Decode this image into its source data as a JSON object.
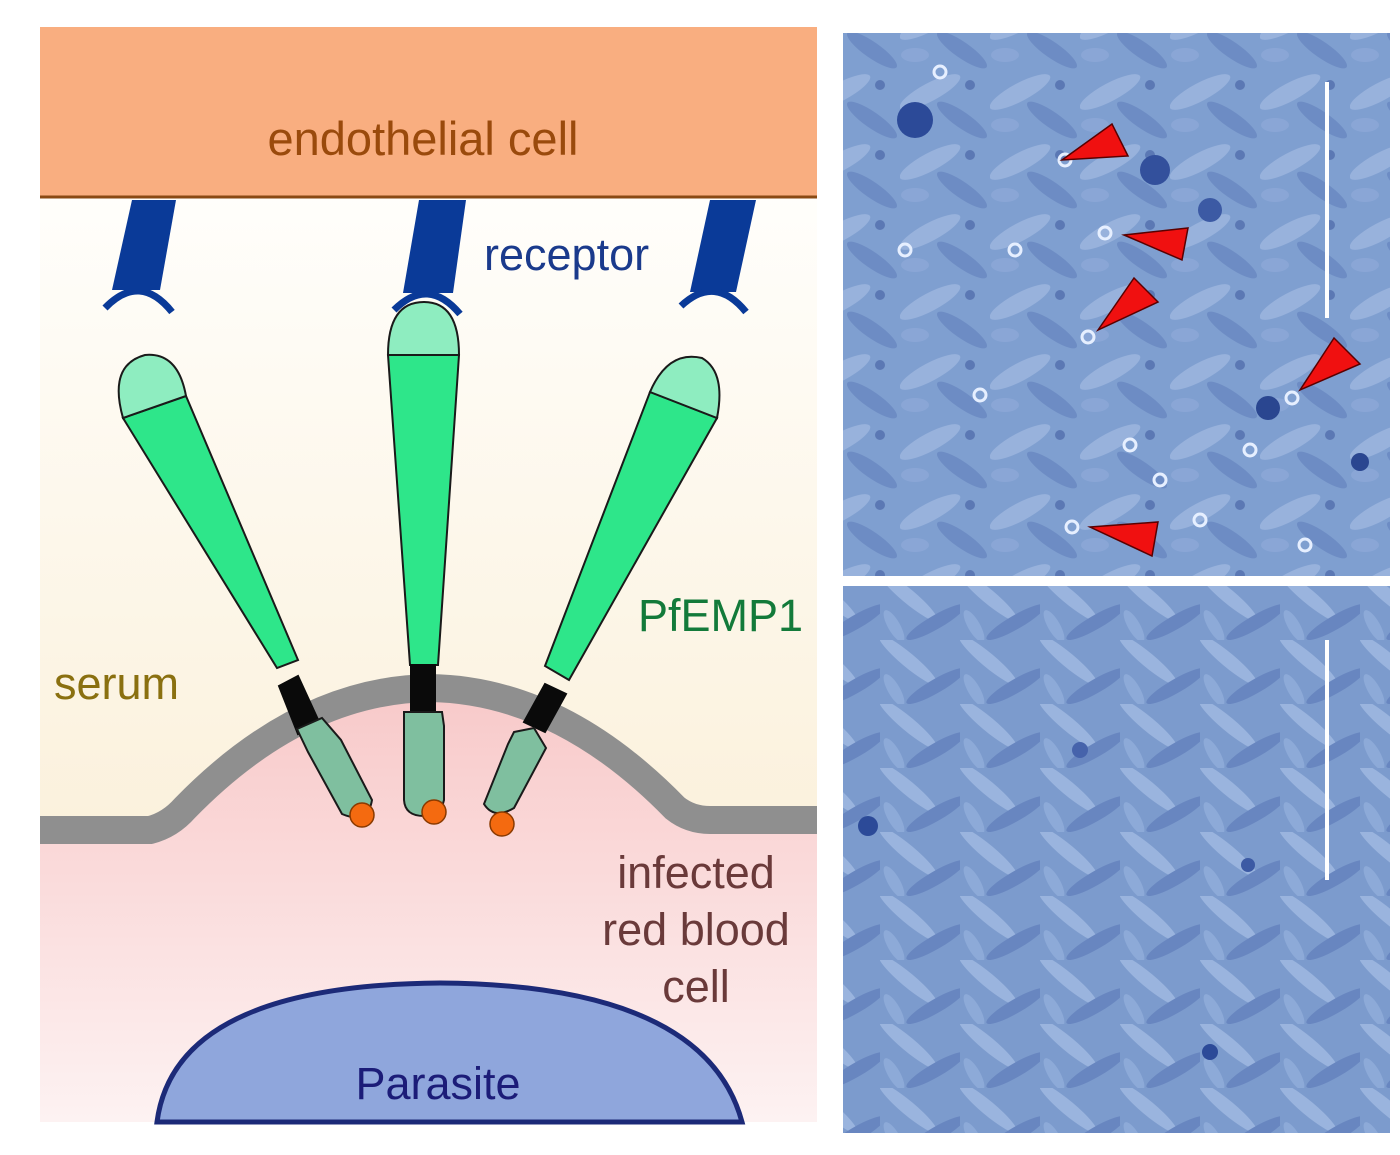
{
  "labels": {
    "endothelial": "endothelial cell",
    "receptor": "receptor",
    "pfemp1": "PfEMP1",
    "serum": "serum",
    "infected": [
      "infected",
      "red blood",
      "cell"
    ],
    "parasite": "Parasite"
  },
  "colors": {
    "endothelial_fill": "#f9ae80",
    "endothelial_text": "#9a4a0c",
    "endothelial_line": "#8a4a14",
    "receptor": "#0a3a98",
    "receptor_text": "#1a3a8c",
    "pfemp1_body": "#2ee68a",
    "pfemp1_tip": "#8eedc0",
    "pfemp1_text": "#137a3a",
    "pfemp1_tail": "#7fbf9f",
    "pfemp1_stalk": "#0a0a0a",
    "knob_dot": "#f46a10",
    "membrane": "#8f8f8f",
    "serum_text": "#8a7010",
    "rbc_text": "#6a3a3a",
    "parasite_fill": "#8fa6dc",
    "parasite_edge": "#1c2a78",
    "parasite_text": "#1c1c78",
    "arrowhead": "#f01010",
    "micrograph": "#7f9fcf"
  }
}
